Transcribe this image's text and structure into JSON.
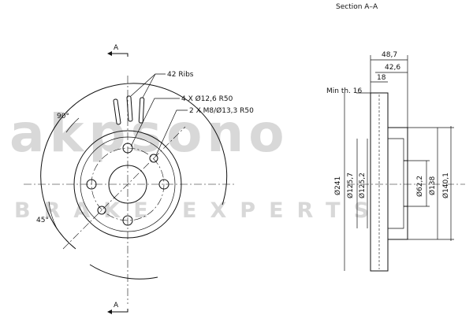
{
  "watermark": {
    "logo": "akpsono",
    "tagline": "BRAKE EXPERTS"
  },
  "front_view": {
    "section_mark_top": "A",
    "section_mark_bottom": "A",
    "ribs_label": "42 Ribs",
    "bolt_holes_label": "4 X Ø12,6  R50",
    "threaded_holes_label": "2 X M8/Ø13,3  R50",
    "angle_90_label": "90°",
    "angle_45_label": "45°"
  },
  "section_view": {
    "title": "Section A–A",
    "min_thickness_label": "Min th. 16",
    "dim_height_total": "48,7",
    "dim_height_hat": "42,6",
    "dim_thickness": "18",
    "dim_outer_diameter": "Ø241",
    "dim_d_125_7": "Ø125,7",
    "dim_d_125_2": "Ø125,2",
    "dim_d_62_2": "Ø62,2",
    "dim_d_138": "Ø138",
    "dim_d_140_1": "Ø140,1"
  }
}
